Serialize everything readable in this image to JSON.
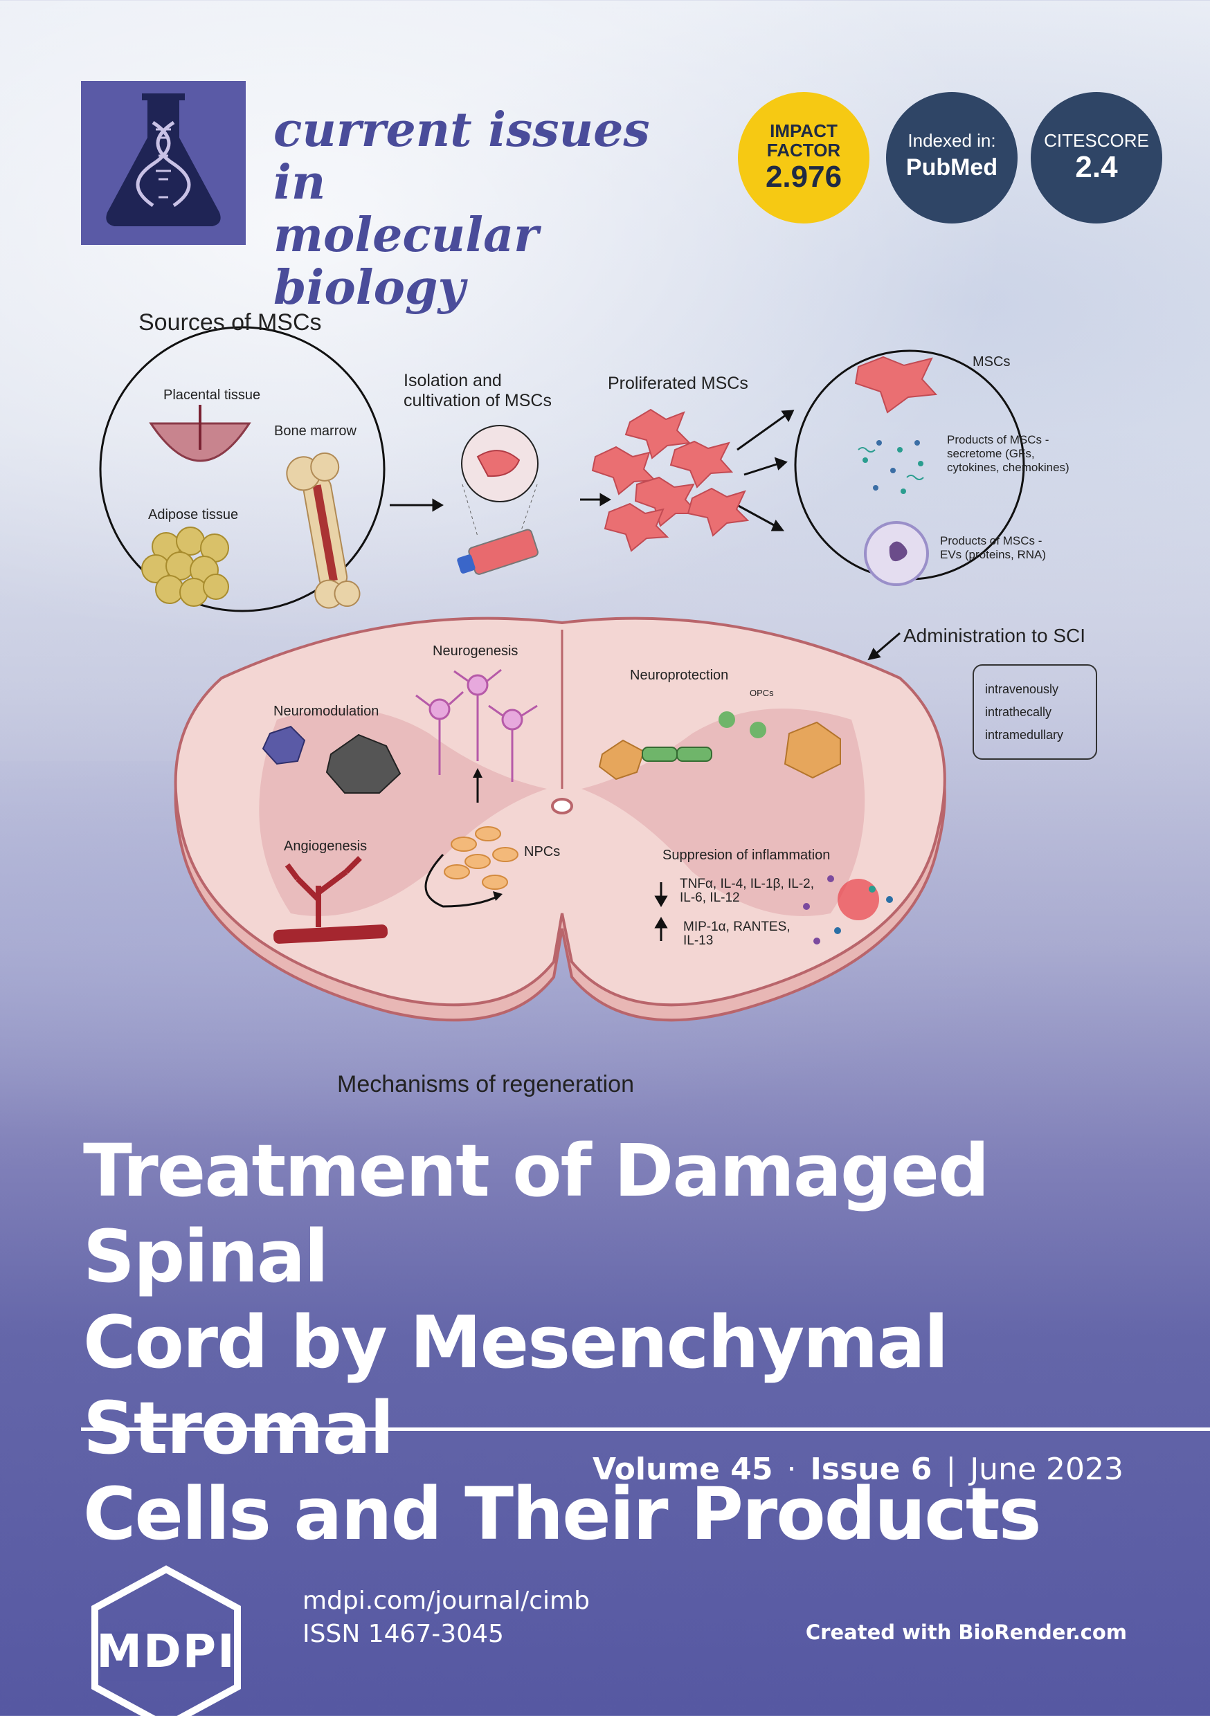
{
  "journal": {
    "title_line1": "current issues in",
    "title_line2": "molecular biology"
  },
  "badges": {
    "impact_factor_label1": "IMPACT",
    "impact_factor_label2": "FACTOR",
    "impact_factor_value": "2.976",
    "indexed_label": "Indexed in:",
    "indexed_value": "PubMed",
    "citescore_label": "CITESCORE",
    "citescore_value": "2.4"
  },
  "diagram": {
    "sources_title": "Sources of MSCs",
    "placental": "Placental tissue",
    "bone_marrow": "Bone marrow",
    "adipose": "Adipose tissue",
    "isolation_line1": "Isolation and",
    "isolation_line2": "cultivation of MSCs",
    "proliferated": "Proliferated MSCs",
    "mscs": "MSCs",
    "products1_line1": "Products of MSCs -",
    "products1_line2": "secretome (GFs,",
    "products1_line3": "cytokines, chemokines)",
    "products2_line1": "Products of MSCs -",
    "products2_line2": "EVs (proteins, RNA)",
    "administration": "Administration to SCI",
    "admin_routes": [
      "intravenously",
      "intrathecally",
      "intramedullary"
    ],
    "neurogenesis": "Neurogenesis",
    "neuromodulation": "Neuromodulation",
    "neuroprotection": "Neuroprotection",
    "opcs": "OPCs",
    "angiogenesis": "Angiogenesis",
    "npcs": "NPCs",
    "suppression": "Suppresion of inflammation",
    "down_line1": "TNFα, IL-4, IL-1β, IL-2,",
    "down_line2": "IL-6, IL-12",
    "up_line1": "MIP-1α, RANTES,",
    "up_line2": "IL-13",
    "mechanisms": "Mechanisms of regeneration"
  },
  "cover": {
    "title_line1": "Treatment of Damaged Spinal",
    "title_line2": "Cord by Mesenchymal Stromal",
    "title_line3": "Cells and Their Products",
    "volume": "Volume 45",
    "dot": "·",
    "issue": "Issue 6",
    "bar": "|",
    "date": "June 2023",
    "publisher": "MDPI",
    "url": "mdpi.com/journal/cimb",
    "issn": "ISSN 1467-3045",
    "credit": "Created with BioRender.com"
  },
  "colors": {
    "brand_purple": "#5a5aa6",
    "badge_yellow": "#f6c913",
    "badge_navy": "#2f4566",
    "cell_pink": "#ea6f72",
    "cord_pink": "#f3d6d3"
  }
}
